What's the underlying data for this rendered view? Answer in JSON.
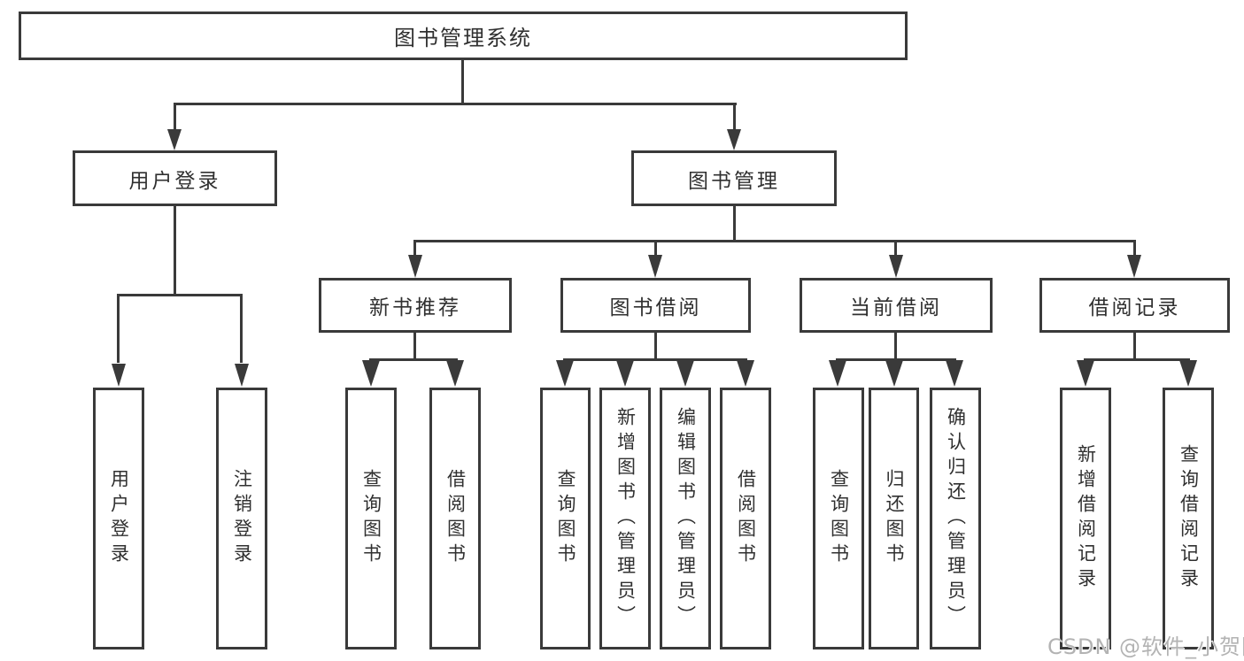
{
  "nodes": {
    "root": "图书管理系统",
    "user_login": "用户登录",
    "book_management": "图书管理",
    "new_book_recommend": "新书推荐",
    "book_borrowing": "图书借阅",
    "current_borrowing": "当前借阅",
    "borrowing_records": "借阅记录",
    "leaf_user_login": "用户登录",
    "leaf_logout": "注销登录",
    "leaf_query_books_recommend": "查询图书",
    "leaf_borrow_books_recommend": "借阅图书",
    "leaf_query_books_borrowing": "查询图书",
    "leaf_add_books_admin": "新增图书（管理员）",
    "leaf_edit_books_admin": "编辑图书（管理员）",
    "leaf_borrow_books_borrowing": "借阅图书",
    "leaf_query_books_current": "查询图书",
    "leaf_return_books": "归还图书",
    "leaf_confirm_return_admin": "确认归还（管理员）",
    "leaf_add_borrow_record": "新增借阅记录",
    "leaf_query_borrow_record": "查询借阅记录"
  },
  "watermark": "CSDN @软件_小贺同学",
  "colors": {
    "line": "#3a3a3a",
    "text": "#303030",
    "background": "#ffffff",
    "watermark": "#b3b3b3"
  }
}
